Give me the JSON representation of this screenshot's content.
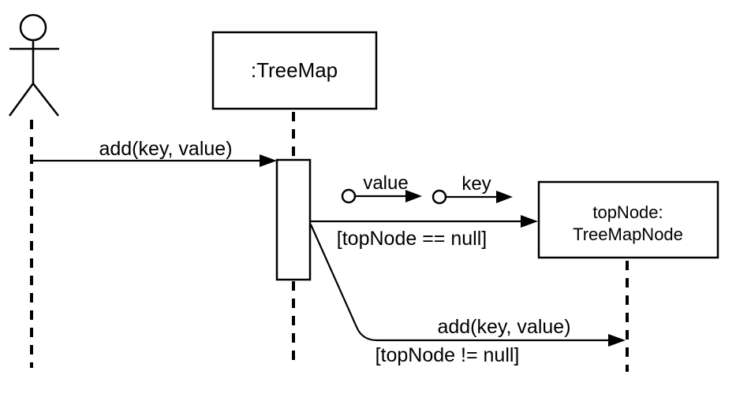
{
  "colors": {
    "background": "#ffffff",
    "stroke": "#000000",
    "box_fill": "#ffffff"
  },
  "diagram": {
    "kind": "uml-sequence-diagram",
    "actor": {
      "role": "user-actor"
    },
    "objects": {
      "treemap": {
        "label": ":TreeMap"
      },
      "topnode": {
        "line1": "topNode:",
        "line2": "TreeMapNode"
      }
    },
    "messages": {
      "msg1": {
        "label": "add(key, value)"
      },
      "msg2": {
        "guard": "[topNode == null]"
      },
      "msg3": {
        "label": "add(key, value)",
        "guard": "[topNode != null]"
      }
    },
    "tokens": {
      "value": {
        "label": "value"
      },
      "key": {
        "label": "key"
      }
    }
  }
}
